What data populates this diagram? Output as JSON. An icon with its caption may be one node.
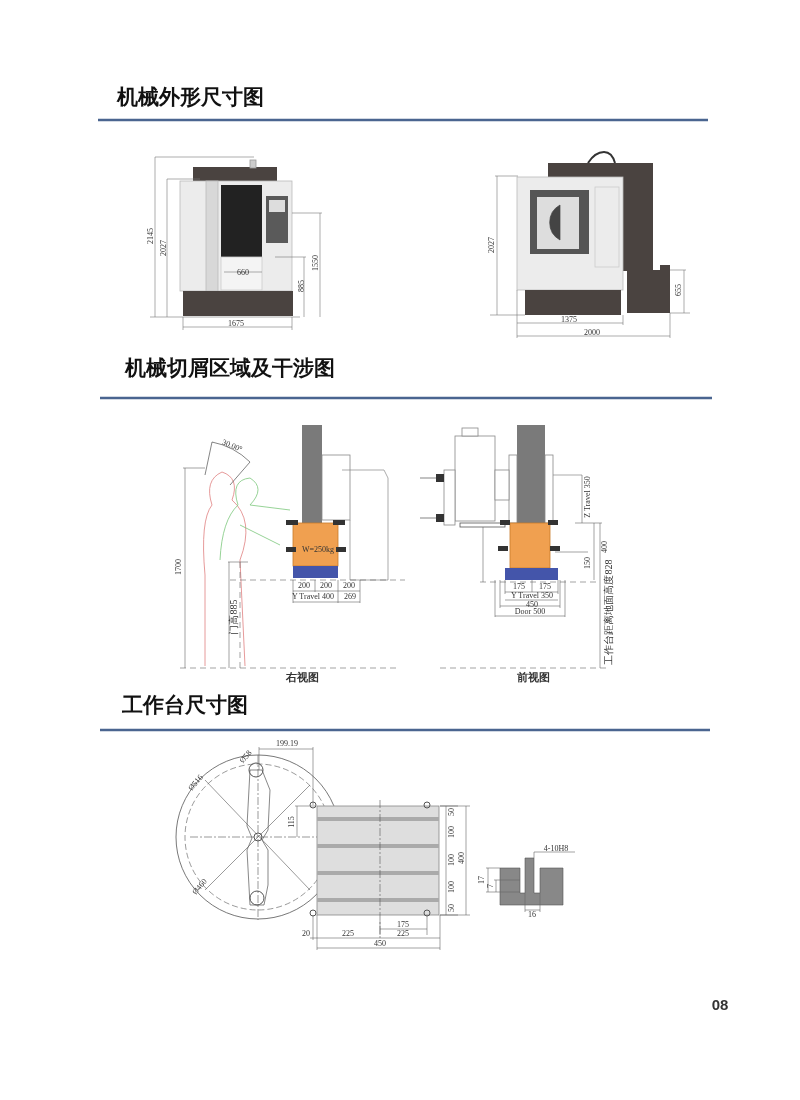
{
  "diagram": {
    "labels": [
      "机械外形尺寸图",
      "2145",
      "2027",
      "660",
      "1550",
      "885",
      "1675",
      "2027",
      "655",
      "1375",
      "2000",
      "机械切屑区域及干涉图",
      "30.00°",
      "1700",
      "W=250kg",
      "200",
      "200",
      "200",
      "Y Travel 400",
      "269",
      "门高885",
      "右视图",
      "Z Travel 350",
      "400",
      "150",
      "175",
      "175",
      "Y Travel 350",
      "450",
      "Door 500",
      "工作台距离地面高度828",
      "前视图",
      "工作台尺寸图",
      "199.19",
      "Ø58",
      "Ø516",
      "115",
      "50",
      "100",
      "100",
      "100",
      "50",
      "400",
      "Ø460",
      "175",
      "20",
      "225",
      "225",
      "450",
      "4-10H8",
      "17",
      "7",
      "16",
      "08"
    ]
  }
}
